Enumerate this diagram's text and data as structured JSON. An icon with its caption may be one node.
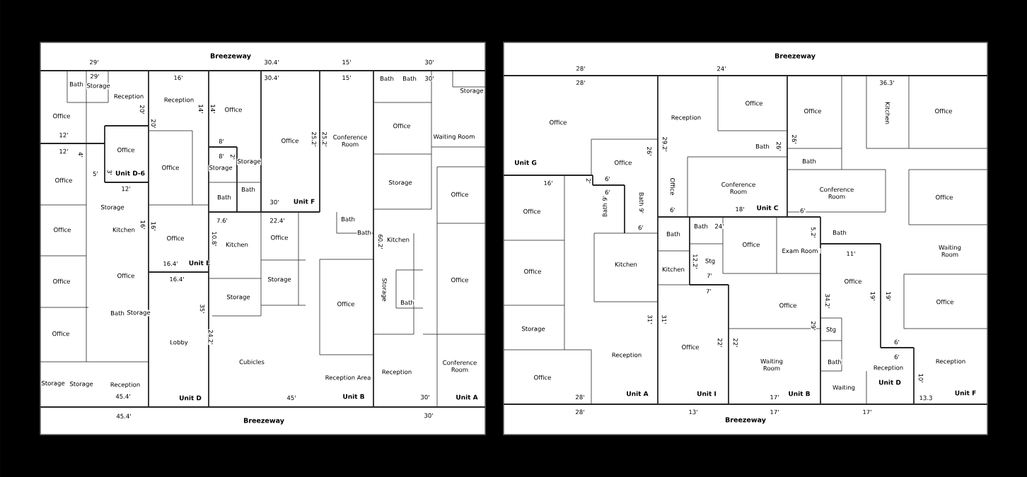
{
  "diagram": {
    "labels": [
      "Breezeway",
      "29'",
      "30.4'",
      "15'",
      "30'",
      "Bath",
      "29'",
      "Storage",
      "Reception",
      "16'",
      "Reception",
      "30.4'",
      "15'",
      "Bath",
      "Bath",
      "30'",
      "Storage",
      "20'",
      "14'",
      "14'",
      "Office",
      "Office",
      "20'",
      "12'",
      "8'",
      "Office",
      "25.2'",
      "25.2'",
      "Conference Room",
      "Office",
      "Waiting Room",
      "12'",
      "4'",
      "Office",
      "8'",
      "2'",
      "Office",
      "Storage",
      "Storage",
      "5'",
      "3'",
      "Unit D-6",
      "Office",
      "Storage",
      "12'",
      "Bath",
      "Bath",
      "Office",
      "30'",
      "Unit F",
      "Storage",
      "7.6'",
      "22.4'",
      "Bath",
      "Office",
      "Kitchen",
      "16'",
      "16'",
      "Office",
      "10.8'",
      "Kitchen",
      "Office",
      "Bath",
      "60.2'",
      "Kitchen",
      "16.4'",
      "Unit E",
      "Office",
      "Office",
      "16.4'",
      "Storage",
      "Storage",
      "Office",
      "Bath",
      "Storage",
      "35'",
      "Storage",
      "Office",
      "Bath",
      "Office",
      "Lobby",
      "24.2'",
      "Cubicles",
      "Reception",
      "Conference Room",
      "Storage",
      "Storage",
      "Reception",
      "Reception Area",
      "45.4'",
      "Unit D",
      "45'",
      "Unit B",
      "30'",
      "Unit A",
      "45.4'",
      "Breezeway",
      "30'",
      "Breezeway",
      "28'",
      "24'",
      "28'",
      "36.3'",
      "Office",
      "Reception",
      "Office",
      "Office",
      "Kitchen",
      "Office",
      "Unit G",
      "Office",
      "26'",
      "29.2'",
      "Bath",
      "26'",
      "26'",
      "Bath",
      "16'",
      "2'",
      "6'",
      "6'",
      "Office",
      "Conference Room",
      "Conference Room",
      "Office",
      "Office",
      "Bath 9'",
      "Bath 9'",
      "6'",
      "18'",
      "Unit C",
      "6'",
      "6'",
      "Bath",
      "Bath",
      "24'",
      "5.2'",
      "Bath",
      "Office",
      "Exam Room",
      "11'",
      "Waiting Room",
      "Office",
      "Kitchen",
      "Kitchen",
      "12.2'",
      "Stg",
      "7'",
      "Office",
      "7'",
      "Office",
      "34.2'",
      "19'",
      "19'",
      "Office",
      "Storage",
      "31'",
      "31'",
      "29'",
      "Stg",
      "Office",
      "22'",
      "22'",
      "6'",
      "Reception",
      "Waiting Room",
      "Bath",
      "Reception",
      "6'",
      "Reception",
      "Office",
      "Waiting",
      "Unit D",
      "10'",
      "28'",
      "Unit A",
      "Unit I",
      "17'",
      "Unit B",
      "13.3",
      "Unit F",
      "28'",
      "13'",
      "17'",
      "17'",
      "Breezeway"
    ]
  }
}
